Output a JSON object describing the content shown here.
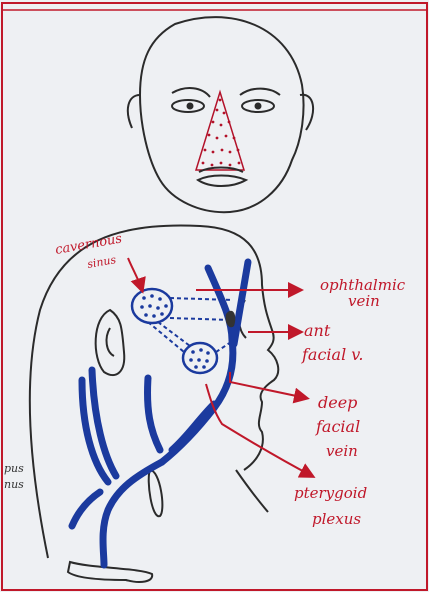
{
  "labels": {
    "cavernous_1": "cavernous",
    "cavernous_2": "sinus",
    "ophthalmic_1": "ophthalmic",
    "ophthalmic_2": "vein",
    "ant_facial_1": "ant",
    "ant_facial_2": "facial v.",
    "deep_facial_1": "deep",
    "deep_facial_2": "facial",
    "deep_facial_3": "vein",
    "pterygoid_1": "pterygoid",
    "pterygoid_2": "plexus",
    "left_edge_1": "pus",
    "left_edge_2": "nus"
  },
  "colors": {
    "ink": "#2b2b2b",
    "vein_blue": "#1b3a9e",
    "label_red": "#c0182a",
    "danger_dots": "#b3122a",
    "border_red": "#c0182a",
    "paper": "#eef0f3"
  }
}
